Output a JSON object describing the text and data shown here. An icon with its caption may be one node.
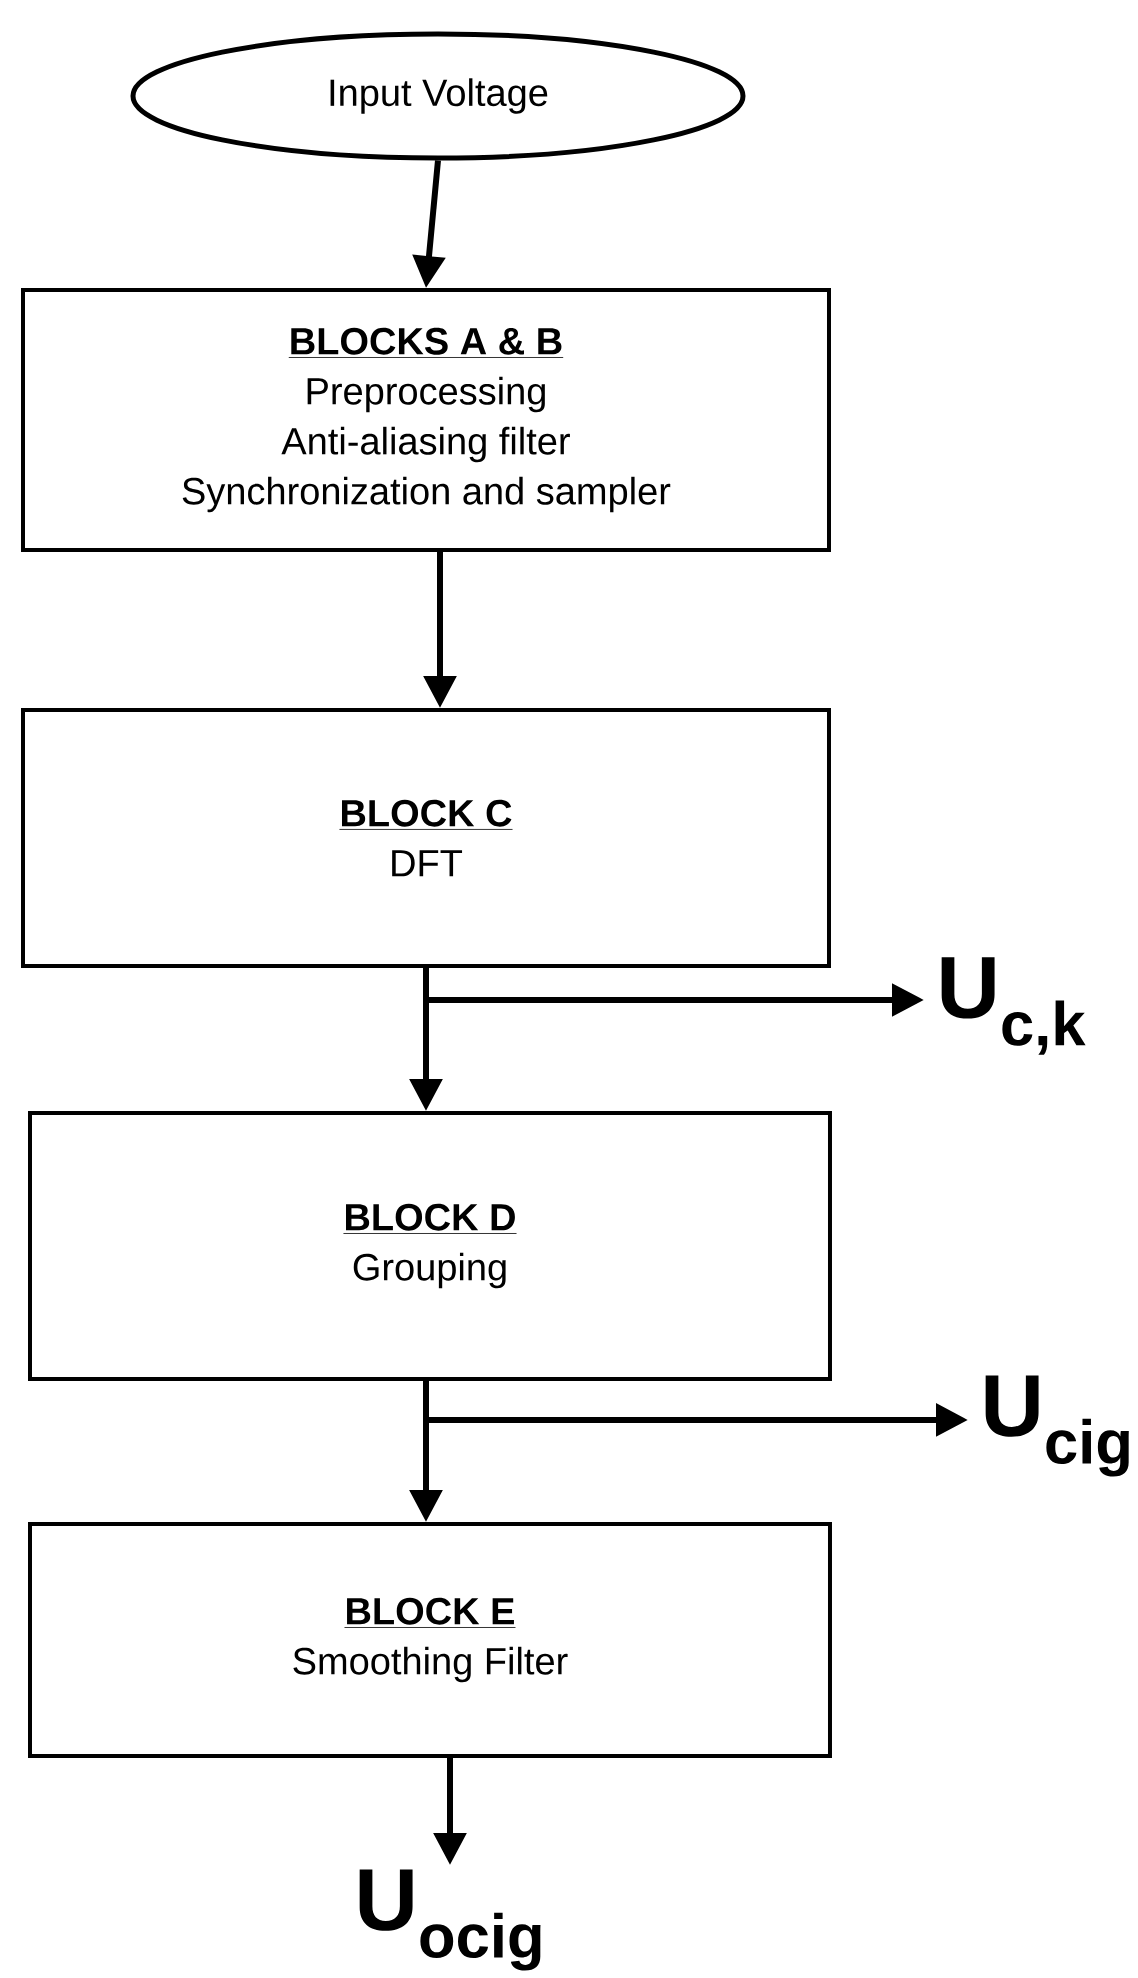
{
  "diagram": {
    "nodes": [
      {
        "text": [
          "Input Voltage"
        ]
      },
      {
        "text": [
          "BLOCKS  A & B",
          "Preprocessing",
          "Anti-aliasing filter",
          "Synchronization and sampler"
        ]
      },
      {
        "text": [
          "BLOCK  C",
          "DFT"
        ]
      },
      {
        "text": [
          "BLOCK  D",
          "Grouping"
        ]
      },
      {
        "text": [
          "BLOCK  E",
          "Smoothing Filter"
        ]
      },
      {
        "text": [
          "U$_{c,k}$"
        ]
      },
      {
        "text": [
          "U$_{cig}$"
        ]
      },
      {
        "text": [
          "U$_{ocig}$"
        ]
      }
    ],
    "edges": [
      {
        "from": 0,
        "to": 1,
        "arrow": "to"
      },
      {
        "from": 1,
        "to": 2,
        "arrow": "to"
      },
      {
        "from": 2,
        "to": 3,
        "arrow": "to"
      },
      {
        "from": 2,
        "to": 5,
        "arrow": "to"
      },
      {
        "from": 3,
        "to": 4,
        "arrow": "to"
      },
      {
        "from": 3,
        "to": 6,
        "arrow": "to"
      },
      {
        "from": 4,
        "to": 7,
        "arrow": "to"
      }
    ]
  }
}
